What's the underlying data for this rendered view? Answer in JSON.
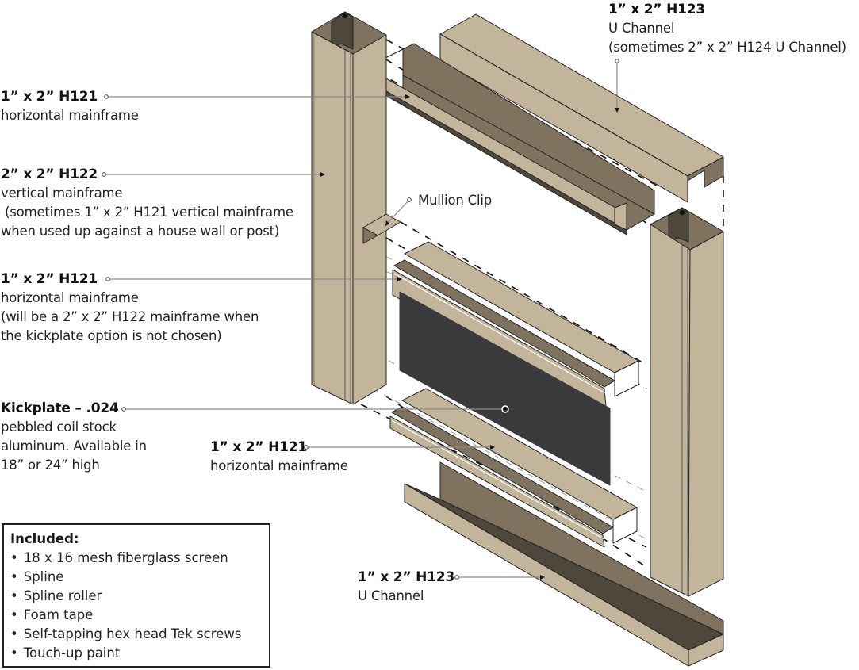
{
  "colors": {
    "face_light": "#c3b59b",
    "face_mid": "#7f7360",
    "face_dark": "#4f473b",
    "kickplate": "#3a3a3c",
    "outline": "#222222",
    "leader": "#8a8a8a"
  },
  "callouts": {
    "top_u_channel": {
      "title": "1” x 2” H123",
      "line1": "U Channel",
      "line2": "(sometimes 2” x 2” H124 U Channel)"
    },
    "top_horizontal": {
      "title": "1” x 2” H121",
      "line1": "horizontal mainframe"
    },
    "vertical": {
      "title": "2” x 2” H122",
      "line1": "vertical mainframe",
      "line2": " (sometimes 1” x 2” H121 vertical mainframe",
      "line3": "when used up against a house wall or post)"
    },
    "mullion_clip": {
      "title": "Mullion Clip"
    },
    "middle_horizontal": {
      "title": "1” x 2” H121",
      "line1": "horizontal mainframe",
      "line2": "(will be a 2” x 2” H122 mainframe when",
      "line3": "the kickplate option is not chosen)"
    },
    "kickplate": {
      "title": "Kickplate – .024",
      "line1": "pebbled coil stock",
      "line2": "aluminum. Available in",
      "line3": "18” or 24” high"
    },
    "bottom_horizontal": {
      "title": "1” x 2” H121",
      "line1": "horizontal mainframe"
    },
    "bottom_u_channel": {
      "title": "1” x 2” H123",
      "line1": "U Channel"
    }
  },
  "included": {
    "heading": "Included:",
    "items": [
      "18 x 16 mesh fiberglass screen",
      "Spline",
      "Spline roller",
      "Foam tape",
      "Self-tapping hex head Tek screws",
      "Touch-up paint"
    ]
  }
}
